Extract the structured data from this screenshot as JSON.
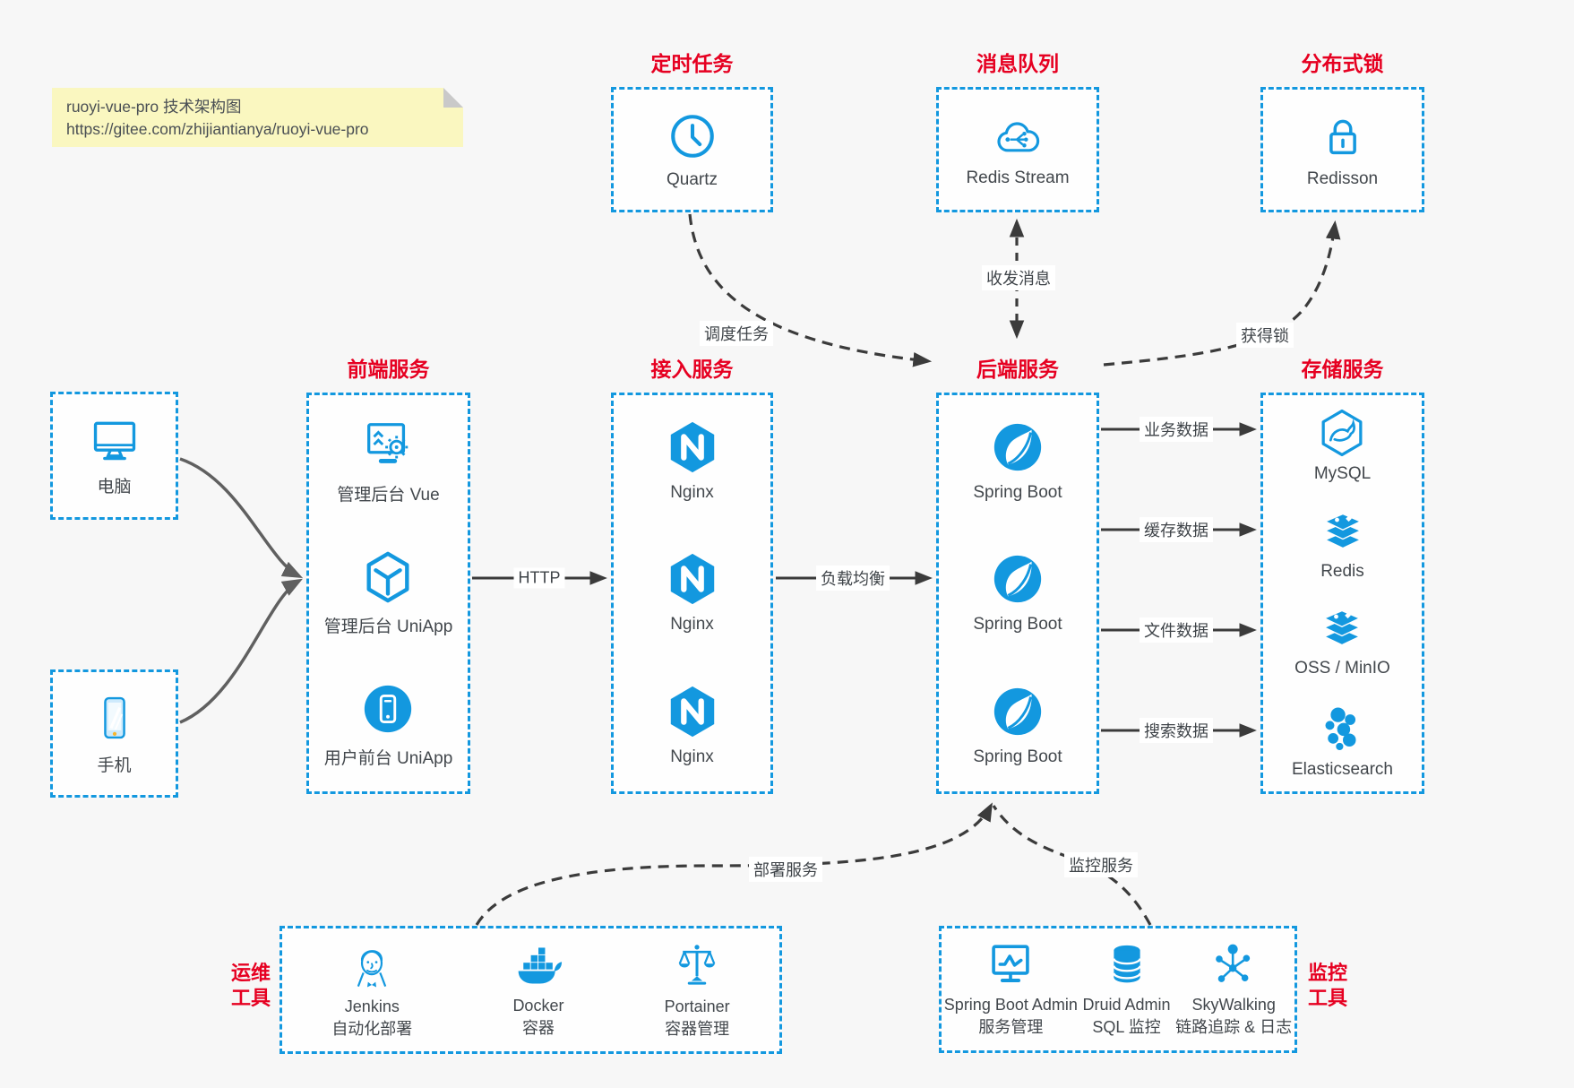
{
  "colors": {
    "accent": "#1398df",
    "heading_red": "#e60021",
    "text": "#42474c",
    "note_bg": "#faf7c0",
    "canvas_bg": "#f7f7f7",
    "connector_dark": "#3b3b3b",
    "connector_gray": "#606060"
  },
  "note": {
    "line1": "ruoyi-vue-pro 技术架构图",
    "line2": "https://gitee.com/zhijiantianya/ruoyi-vue-pro"
  },
  "top_groups": [
    {
      "title": "定时任务",
      "item": {
        "label": "Quartz",
        "icon": "clock"
      }
    },
    {
      "title": "消息队列",
      "item": {
        "label": "Redis Stream",
        "icon": "cloud-network"
      }
    },
    {
      "title": "分布式锁",
      "item": {
        "label": "Redisson",
        "icon": "lock"
      }
    }
  ],
  "clients": [
    {
      "label": "电脑",
      "icon": "desktop"
    },
    {
      "label": "手机",
      "icon": "smartphone"
    }
  ],
  "columns": [
    {
      "title": "前端服务",
      "items": [
        {
          "label": "管理后台 Vue"
        },
        {
          "label": "管理后台 UniApp"
        },
        {
          "label": "用户前台 UniApp"
        }
      ]
    },
    {
      "title": "接入服务",
      "items": [
        {
          "label": "Nginx"
        },
        {
          "label": "Nginx"
        },
        {
          "label": "Nginx"
        }
      ]
    },
    {
      "title": "后端服务",
      "items": [
        {
          "label": "Spring Boot"
        },
        {
          "label": "Spring Boot"
        },
        {
          "label": "Spring Boot"
        }
      ]
    },
    {
      "title": "存储服务",
      "items": [
        {
          "label": "MySQL"
        },
        {
          "label": "Redis"
        },
        {
          "label": "OSS / MinIO"
        },
        {
          "label": "Elasticsearch"
        }
      ]
    }
  ],
  "edge_labels": {
    "http": "HTTP",
    "load_balance": "负载均衡",
    "business_data": "业务数据",
    "cache_data": "缓存数据",
    "file_data": "文件数据",
    "search_data": "搜索数据",
    "schedule": "调度任务",
    "message": "收发消息",
    "lock": "获得锁",
    "deploy": "部署服务",
    "monitor": "监控服务"
  },
  "bottom_groups": [
    {
      "side_label_line1": "运维",
      "side_label_line2": "工具",
      "items": [
        {
          "label": "Jenkins",
          "sub": "自动化部署"
        },
        {
          "label": "Docker",
          "sub": "容器"
        },
        {
          "label": "Portainer",
          "sub": "容器管理"
        }
      ]
    },
    {
      "side_label_line1": "监控",
      "side_label_line2": "工具",
      "items": [
        {
          "label": "Spring Boot Admin",
          "sub": "服务管理"
        },
        {
          "label": "Druid Admin",
          "sub": "SQL 监控"
        },
        {
          "label": "SkyWalking",
          "sub": "链路追踪 & 日志"
        }
      ]
    }
  ]
}
